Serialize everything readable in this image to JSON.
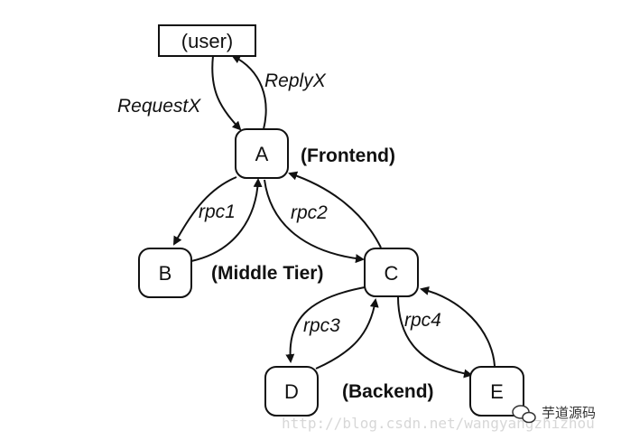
{
  "diagram": {
    "nodes": {
      "user": "(user)",
      "a": "A",
      "b": "B",
      "c": "C",
      "d": "D",
      "e": "E"
    },
    "edge_labels": {
      "request": "RequestX",
      "reply": "ReplyX",
      "rpc1": "rpc1",
      "rpc2": "rpc2",
      "rpc3": "rpc3",
      "rpc4": "rpc4"
    },
    "tiers": {
      "frontend": "(Frontend)",
      "middle": "(Middle Tier)",
      "backend": "(Backend)"
    }
  },
  "watermark": {
    "url": "http://blog.csdn.net/wangyangzhizhou",
    "brand": "芋道源码"
  }
}
